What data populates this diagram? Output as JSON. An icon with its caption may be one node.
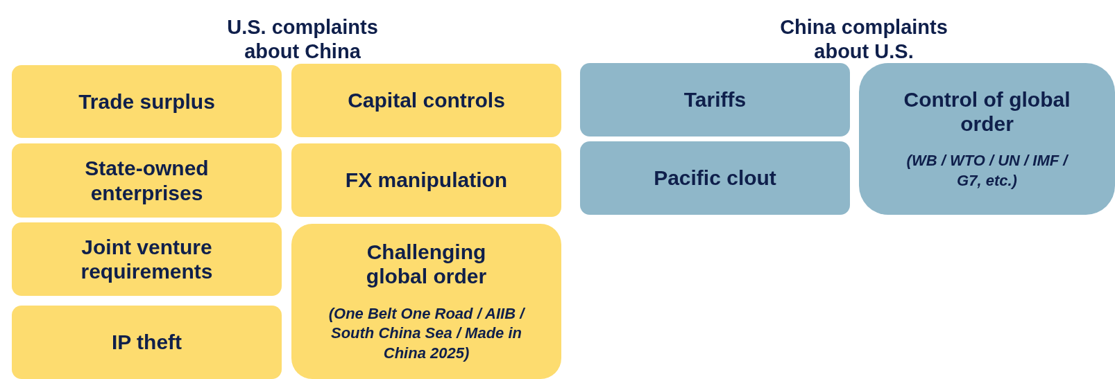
{
  "diagram": {
    "nodes": [
      {
        "text": [
          "Trade surplus"
        ]
      },
      {
        "text": [
          "Capital controls"
        ]
      },
      {
        "text": [
          "State-owned enterprises"
        ]
      },
      {
        "text": [
          "FX manipulation"
        ]
      },
      {
        "text": [
          "Joint venture requirements"
        ]
      },
      {
        "text": [
          "IP theft"
        ]
      },
      {
        "text": [
          "Challenging global order",
          "(One Belt One Road / AIIB / South China Sea / Made in China 2025)"
        ]
      },
      {
        "text": [
          "Tariffs"
        ]
      },
      {
        "text": [
          "Pacific clout"
        ]
      },
      {
        "text": [
          "Control of global order",
          "(WB / WTO / UN / IMF / G7, etc.)"
        ]
      }
    ],
    "labels": [
      "U.S. complaints about China",
      "China complaints about U.S."
    ]
  }
}
